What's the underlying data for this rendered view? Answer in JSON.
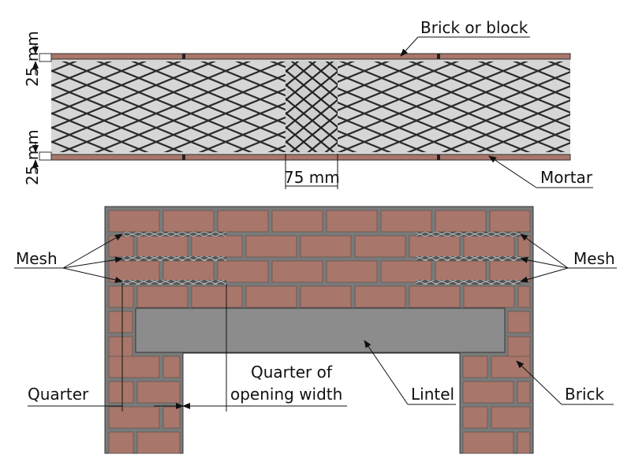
{
  "labels": {
    "brick_or_block": "Brick or block",
    "mortar": "Mortar",
    "dim_top": "25 mm",
    "dim_bottom": "25 mm",
    "overlap": "75 mm",
    "mesh_left": "Mesh",
    "mesh_right": "Mesh",
    "quarter": "Quarter",
    "quarter_of_line1": "Quarter of",
    "quarter_of_line2": "opening width",
    "lintel": "Lintel",
    "brick": "Brick"
  },
  "colors": {
    "brick": "#a8766a",
    "mortar": "#7a7a7a",
    "lintel": "#8c8c8c",
    "mesh_bg": "#d6d6d6",
    "mesh_wire": "#2a2a2a"
  }
}
